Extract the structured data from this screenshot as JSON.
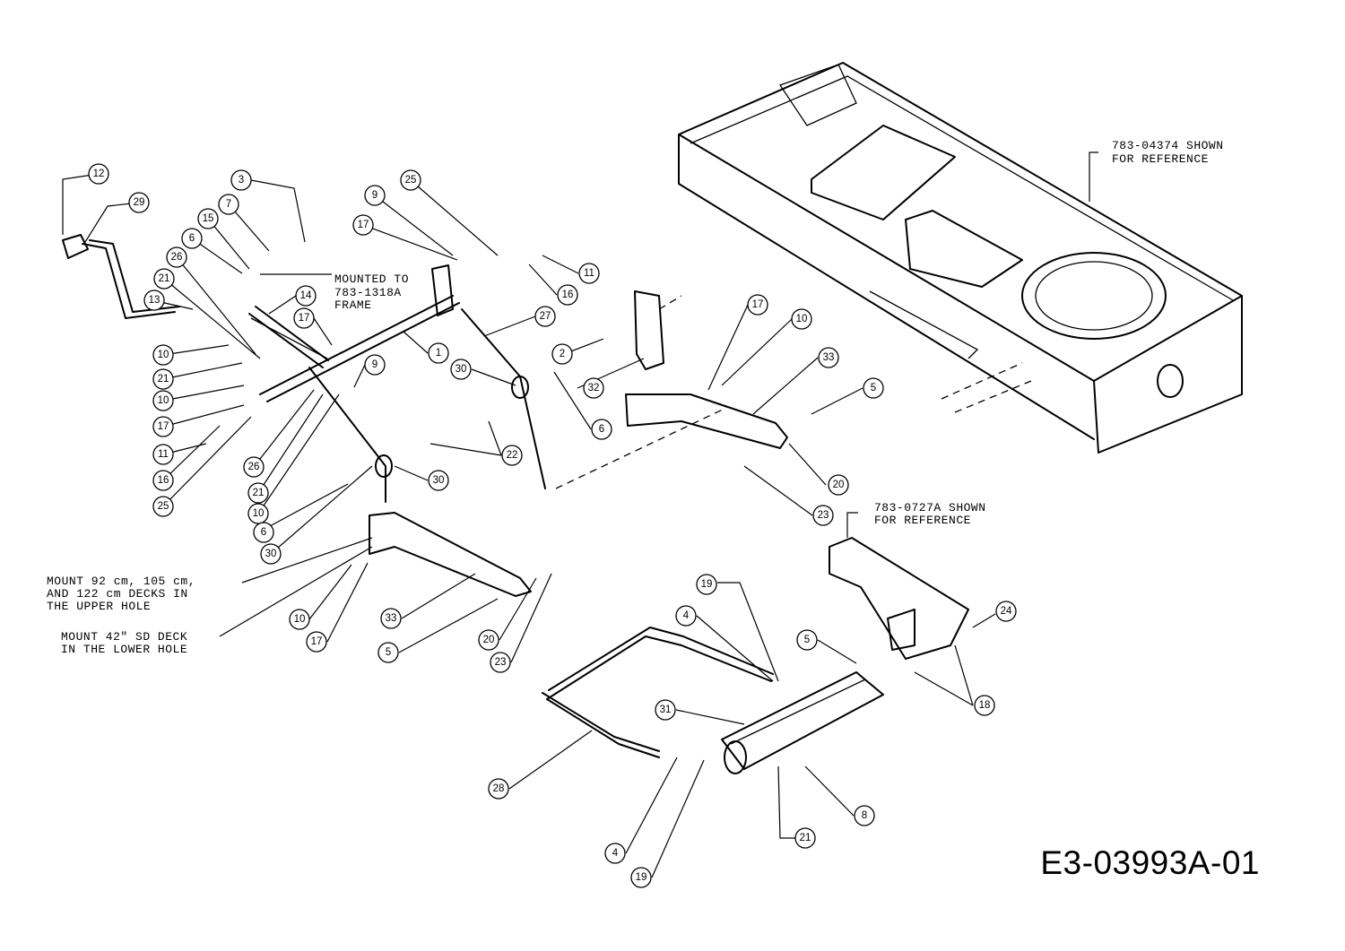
{
  "diagram_id": "E3-03993A-01",
  "notes": {
    "frame_ref_1": "783-04374 SHOWN",
    "frame_ref_2": "FOR REFERENCE",
    "bracket_ref_1": "783-0727A SHOWN",
    "bracket_ref_2": "FOR REFERENCE",
    "mounted_1": "MOUNTED TO",
    "mounted_2": "783-1318A",
    "mounted_3": "FRAME",
    "upper_1": "MOUNT 92 cm, 105 cm,",
    "upper_2": "AND 122 cm DECKS IN",
    "upper_3": "THE UPPER HOLE",
    "lower_1": "MOUNT 42\" SD DECK",
    "lower_2": "IN THE LOWER HOLE"
  },
  "callouts": [
    "12",
    "29",
    "3",
    "7",
    "15",
    "6",
    "26",
    "21",
    "13",
    "10",
    "21",
    "10",
    "17",
    "11",
    "16",
    "25",
    "14",
    "17",
    "9",
    "17",
    "25",
    "9",
    "11",
    "16",
    "1",
    "27",
    "30",
    "6",
    "22",
    "30",
    "2",
    "32",
    "17",
    "10",
    "33",
    "5",
    "20",
    "23",
    "26",
    "21",
    "10",
    "6",
    "30",
    "10",
    "17",
    "33",
    "5",
    "20",
    "23",
    "19",
    "4",
    "5",
    "24",
    "18",
    "31",
    "28",
    "4",
    "19",
    "21",
    "8"
  ]
}
